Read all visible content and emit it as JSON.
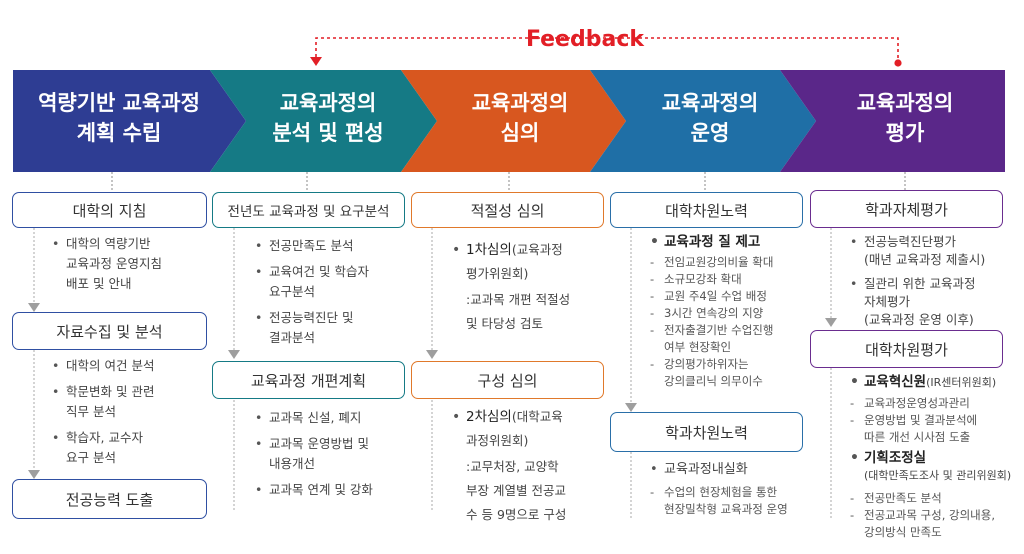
{
  "feedback_label": "Feedback",
  "colors": {
    "stage1": "#2e3d93",
    "stage2": "#157a85",
    "stage3": "#d8571f",
    "stage4": "#1f6fa6",
    "stage5": "#5a2789",
    "feedback": "#e21f26"
  },
  "stages": [
    {
      "title": "역량기반 교육과정\n계획 수립",
      "box1": "대학의 지침",
      "list1": [
        "대학의 역량기반\n교육과정 운영지침\n배포 및 안내"
      ],
      "box2": "자료수집 및 분석",
      "list2": [
        "대학의 여건 분석",
        "학문변화 및 관련\n직무 분석",
        "학습자, 교수자\n요구 분석"
      ],
      "box3": "전공능력 도출"
    },
    {
      "title": "교육과정의\n분석 및 편성",
      "box1": "전년도 교육과정 및 요구분석",
      "list1": [
        "전공만족도 분석",
        "교육여건 및 학습자\n요구분석",
        "전공능력진단 및\n결과분석"
      ],
      "box2": "교육과정 개편계획",
      "list2": [
        "교과목 신설, 폐지",
        "교과목 운영방법 및\n내용개선",
        "교과목 연계 및 강화"
      ]
    },
    {
      "title": "교육과정의\n심의",
      "box1": "적절성 심의",
      "list1_head": "1차심의",
      "list1_head_sub": "(교육과정\n평가위원회)",
      "list1_rest": ":교과목 개편 적절성\n및 타당성 검토",
      "box2": "구성 심의",
      "list2_head": "2차심의",
      "list2_head_sub": "(대학교육\n과정위원회)",
      "list2_rest": ":교무처장, 교양학\n부장 계열별 전공교\n수 등 9명으로 구성"
    },
    {
      "title": "교육과정의\n운영",
      "box1": "대학차원노력",
      "list1_head": "교육과정 질 제고",
      "list1_dashes": [
        "전임교원강의비율 확대",
        "소규모강좌 확대",
        "교원 주4일 수업 배정",
        "3시간 연속강의 지양",
        "전자출결기반 수업진행\n여부 현장확인",
        "강의평가하위자는\n강의클리닉 의무이수"
      ],
      "box2": "학과차원노력",
      "list2_head": "교육과정내실화",
      "list2_dashes": [
        "수업의 현장체험을 통한\n현장밀착형 교육과정 운영"
      ]
    },
    {
      "title": "교육과정의\n평가",
      "box1": "학과자체평가",
      "list1": [
        "전공능력진단평가\n(매년 교육과정 제출시)",
        "질관리 위한 교육과정\n자체평가\n(교육과정 운영 이후)"
      ],
      "box2": "대학차원평가",
      "list2_head1": "교육혁신원",
      "list2_head1_sub": "(IR센터위원회)",
      "list2_dashes1": [
        "교육과정운영성과관리",
        "운영방법 및 결과분석에\n따른 개선 시사점 도출"
      ],
      "list2_head2": "기획조정실",
      "list2_note2": "(대학만족도조사 및 관리위원회)",
      "list2_dashes2": [
        "전공만족도 분석",
        "전공교과목 구성, 강의내용,\n강의방식 만족도"
      ]
    }
  ]
}
